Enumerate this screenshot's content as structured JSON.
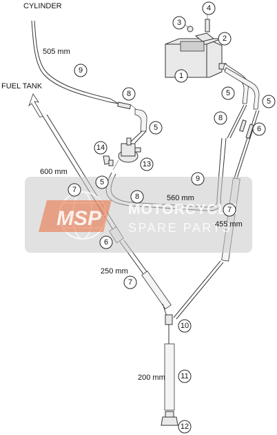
{
  "labels": {
    "cylinder": "CYLINDER",
    "fuel_tank": "FUEL TANK",
    "len_505": "505 mm",
    "len_600": "600 mm",
    "len_560": "560 mm",
    "len_455": "455 mm",
    "len_250": "250 mm",
    "len_200": "200 mm"
  },
  "callouts": {
    "c4": "4",
    "c3": "3",
    "c2": "2",
    "c1": "1",
    "c9a": "9",
    "c8a": "8",
    "c5a": "5",
    "c5b": "5",
    "c5c": "5",
    "c8b": "8",
    "c6a": "6",
    "c14": "14",
    "c13": "13",
    "c7a": "7",
    "c5d": "5",
    "c8c": "8",
    "c9b": "9",
    "c7b": "7",
    "c6b": "6",
    "c7c": "7",
    "c10": "10",
    "c11": "11",
    "c12": "12"
  },
  "watermark": {
    "logo": "MSP",
    "line1": "MOTORCYCLE",
    "line2": "SPARE PARTS"
  },
  "colors": {
    "watermark_orange": "#e96c3c",
    "watermark_band": "#c9c9c9"
  }
}
